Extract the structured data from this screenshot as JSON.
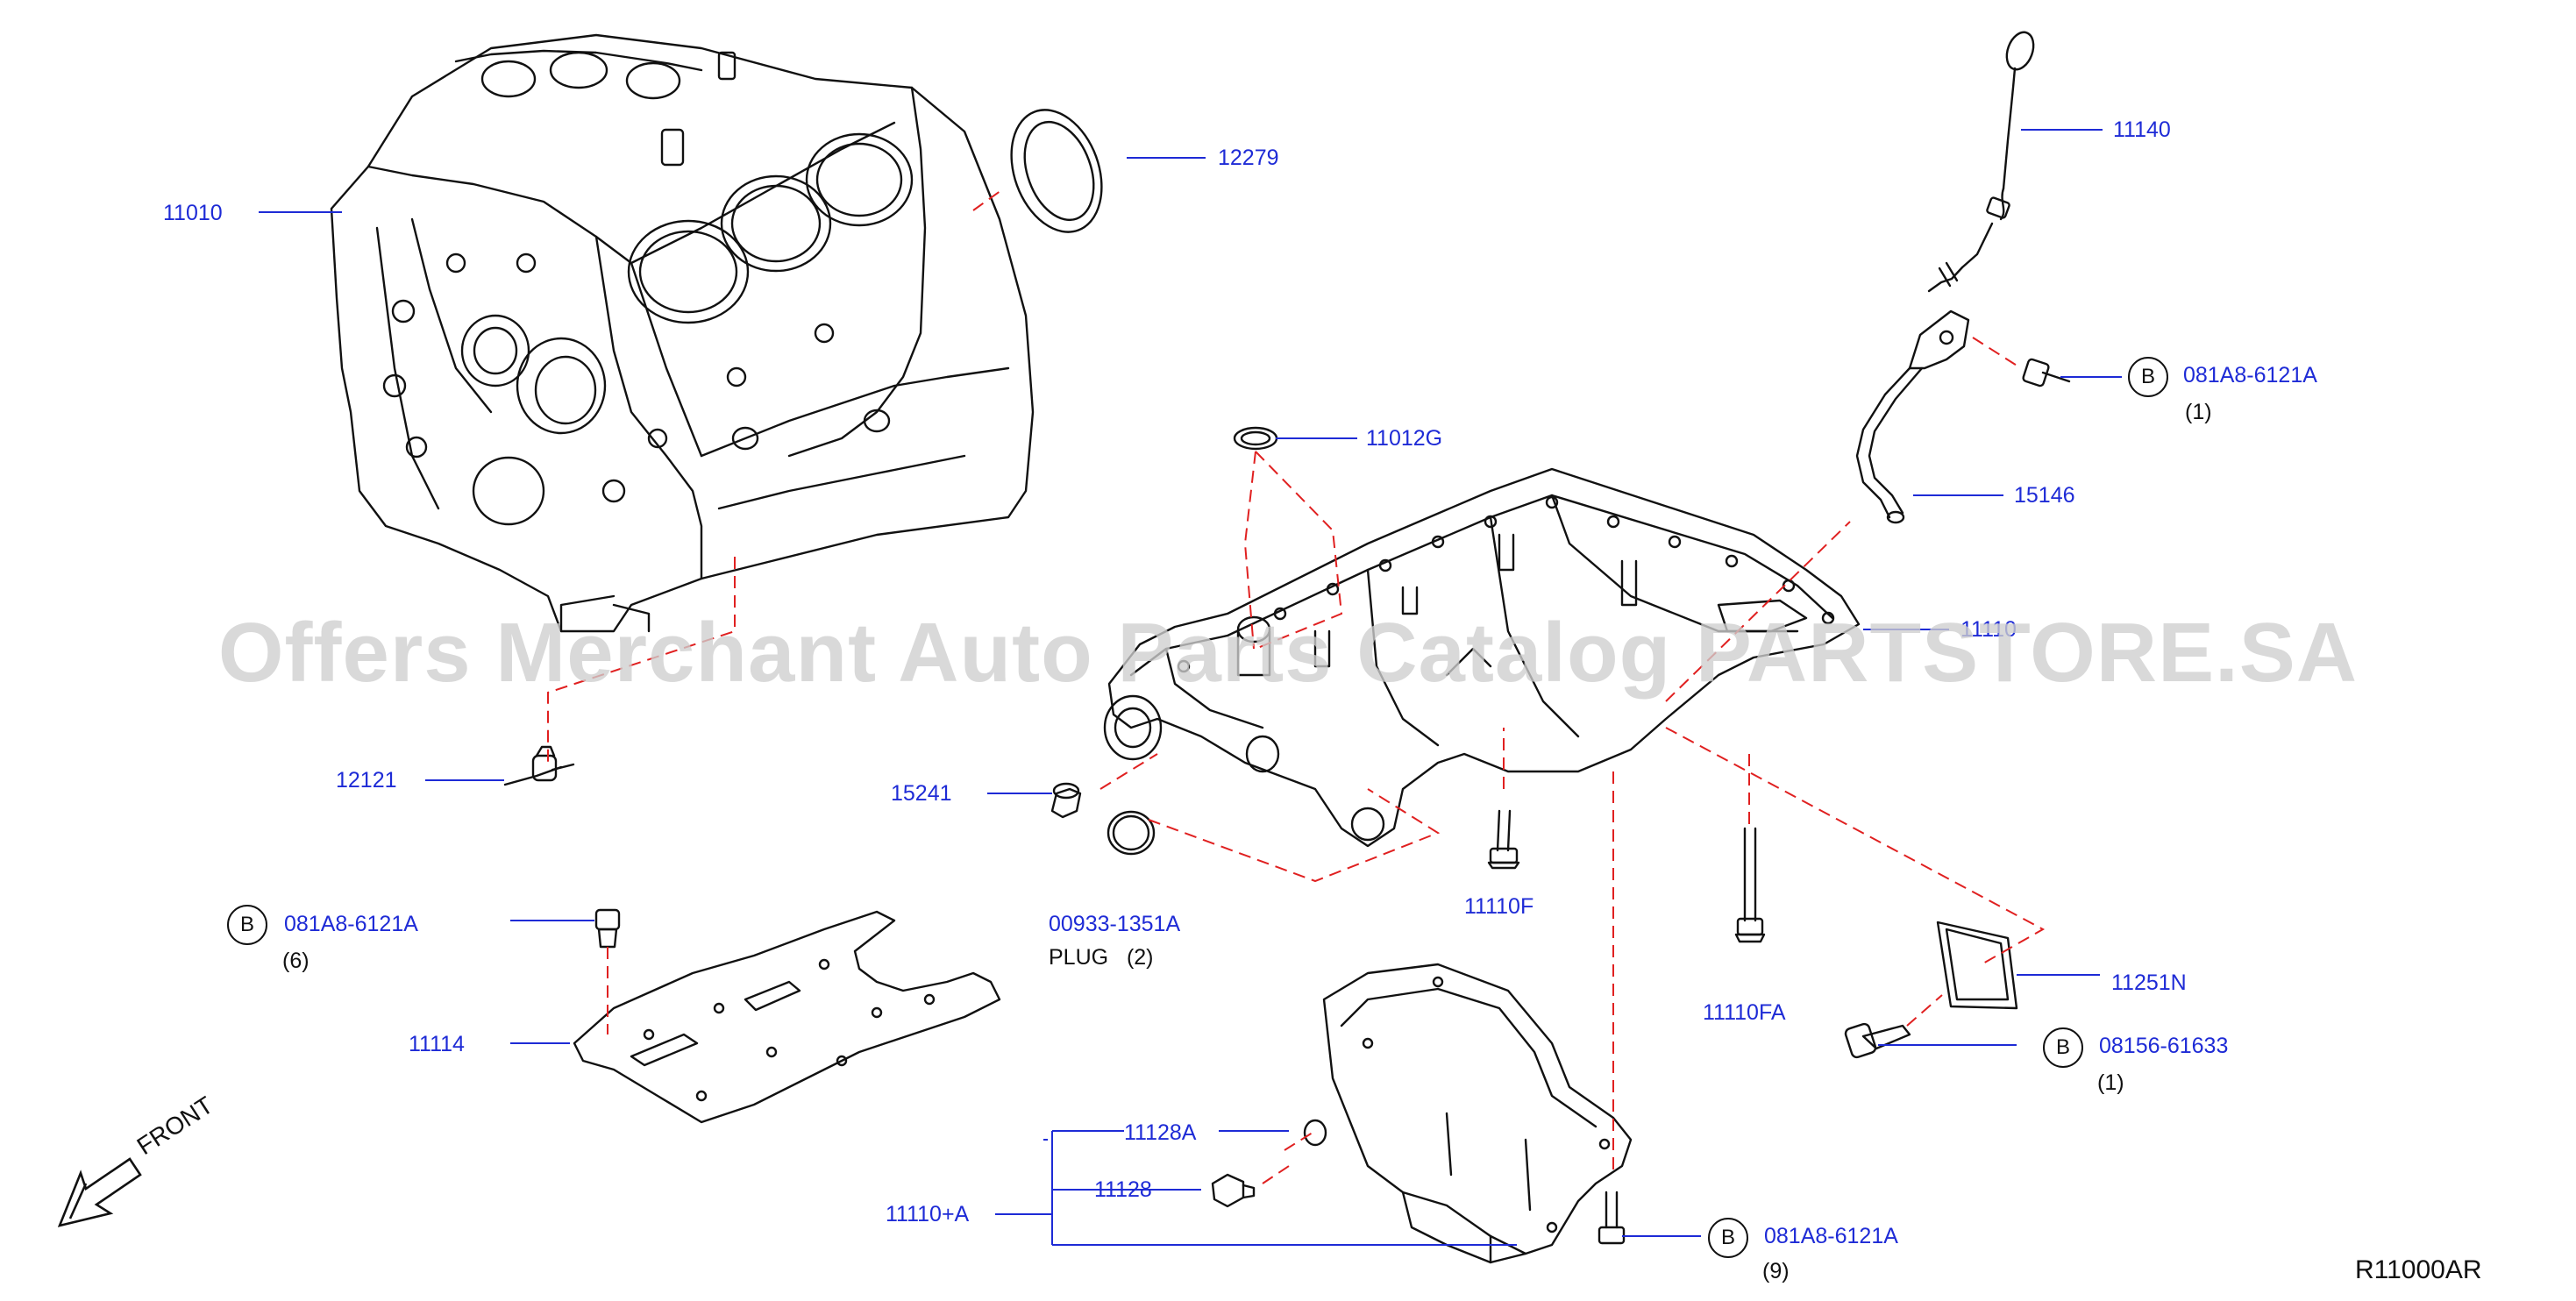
{
  "parts": {
    "p11010": "11010",
    "p12279": "12279",
    "p11140": "11140",
    "p11012G": "11012G",
    "p15146": "15146",
    "p11110": "11110",
    "p12121": "12121",
    "p15241": "15241",
    "p00933": "00933-1351A",
    "p11110F": "11110F",
    "p11110FA": "11110FA",
    "p11251N": "11251N",
    "p11114": "11114",
    "p11128A": "11128A",
    "p11128": "11128",
    "p11110A": "11110+A"
  },
  "bolts": {
    "b1": {
      "mark": "B",
      "code": "081A8-6121A",
      "qty": "(1)"
    },
    "b2": {
      "mark": "B",
      "code": "081A8-6121A",
      "qty": "(6)"
    },
    "b3": {
      "mark": "B",
      "code": "08156-61633",
      "qty": "(1)"
    },
    "b4": {
      "mark": "B",
      "code": "081A8-6121A",
      "qty": "(9)"
    }
  },
  "plug_label": "PLUG",
  "plug_qty": "(2)",
  "front_label": "FRONT",
  "diagram_ref": "R11000AR",
  "watermark": "Offers Merchant Auto Parts Catalog PARTSTORE.SA",
  "colors": {
    "part_number": "#1e2bd6",
    "line": "#111111",
    "leader": "#1e2bd6",
    "dashed": "#e02020",
    "watermark": "#cfcfcf"
  }
}
